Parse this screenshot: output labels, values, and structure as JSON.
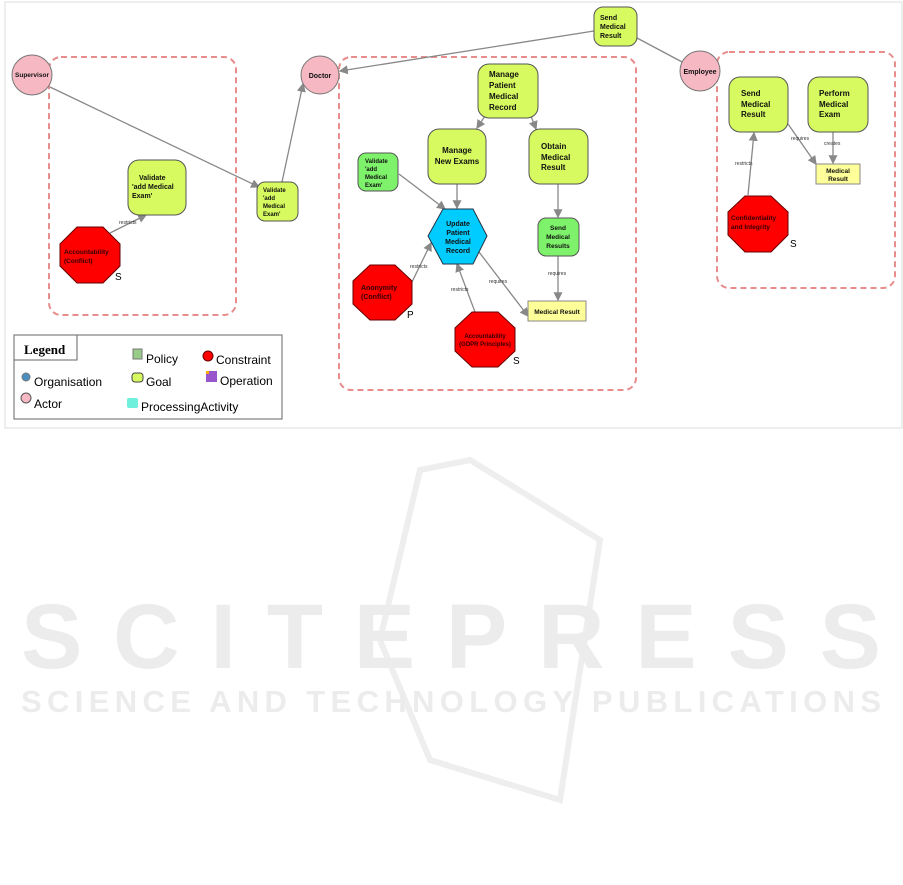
{
  "actors": {
    "supervisor": "Supervisor",
    "doctor": "Doctor",
    "employee": "Employee"
  },
  "top_goal": [
    "Send",
    "Medical",
    "Result"
  ],
  "left": {
    "goal": [
      "Validate",
      "'add Medical",
      "Exam'"
    ],
    "constraint": [
      "Accountability",
      "(Conflict)"
    ],
    "constraint_tag": "S",
    "edge": "restricts"
  },
  "between": {
    "goal": [
      "Validate",
      "'add",
      "Medical",
      "Exam'"
    ]
  },
  "middle": {
    "manage_patient": [
      "Manage",
      "Patient",
      "Medical",
      "Record"
    ],
    "manage_new": [
      "Manage",
      "New Exams"
    ],
    "obtain": [
      "Obtain",
      "Medical",
      "Result"
    ],
    "validate": [
      "Validate",
      "'add",
      "Medical",
      "Exam'"
    ],
    "update": [
      "Update",
      "Patient",
      "Medical",
      "Record"
    ],
    "send_results": [
      "Send",
      "Medical",
      "Results"
    ],
    "medical_result": "Medical Result",
    "anonymity": [
      "Anonymity",
      "(Conflict)"
    ],
    "anonymity_tag": "P",
    "accountability": [
      "Accountability",
      "(GDPR Principles)"
    ],
    "accountability_tag": "S",
    "edges": {
      "restricts1": "restricts",
      "restricts2": "restricts",
      "requires1": "requires",
      "requires2": "requires"
    }
  },
  "right": {
    "send": [
      "Send",
      "Medical",
      "Result"
    ],
    "perform": [
      "Perform",
      "Medical",
      "Exam"
    ],
    "medical_result": [
      "Medical",
      "Result"
    ],
    "confidentiality": [
      "Confidentiality",
      "and Integrity"
    ],
    "confidentiality_tag": "S",
    "edges": {
      "restricts": "restricts",
      "requires": "requires",
      "creates": "creates"
    }
  },
  "legend": {
    "title": "Legend",
    "items": [
      "Policy",
      "Constraint",
      "Organisation",
      "Goal",
      "Operation",
      "Actor",
      "ProcessingActivity"
    ]
  },
  "colors": {
    "goal": "#d6fa5f",
    "policy": "#7ef26a",
    "constraint": "#ff0000",
    "actor": "#f6b8c3",
    "processing": "#00ccff",
    "resource": "#ffff99",
    "boundary": "#e88c8c"
  },
  "watermark": {
    "title": "SCITEPRESS",
    "subtitle": "SCIENCE AND TECHNOLOGY PUBLICATIONS"
  }
}
